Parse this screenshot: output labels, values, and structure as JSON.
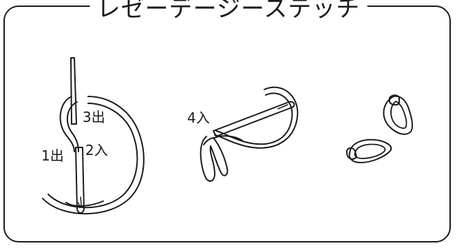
{
  "title": "レゼーデージーステッチ",
  "labels": {
    "step1": "1出",
    "step2": "2入",
    "step3": "3出",
    "step4": "4入"
  },
  "colors": {
    "line": "#1a1a1a",
    "background": "#ffffff"
  }
}
